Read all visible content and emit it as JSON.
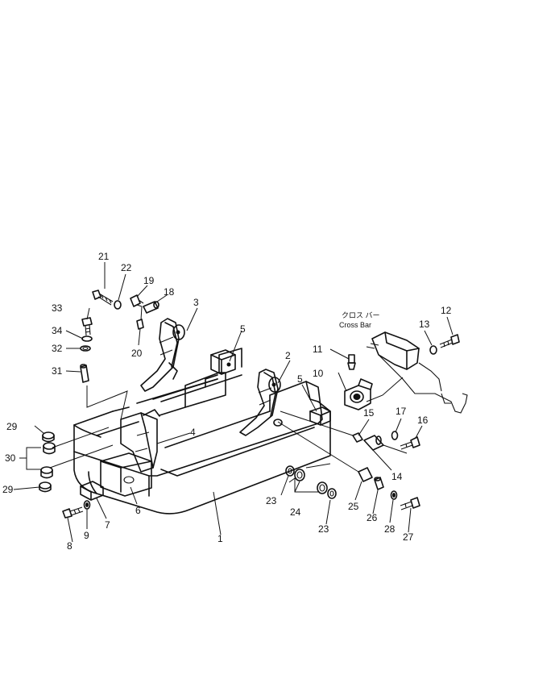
{
  "labels": {
    "cross_bar_jp": "クロス バー",
    "cross_bar_en": "Cross Bar"
  },
  "callouts": [
    {
      "id": "c1",
      "text": "1"
    },
    {
      "id": "c2",
      "text": "2"
    },
    {
      "id": "c3",
      "text": "3"
    },
    {
      "id": "c4",
      "text": "4"
    },
    {
      "id": "c5a",
      "text": "5"
    },
    {
      "id": "c5b",
      "text": "5"
    },
    {
      "id": "c6",
      "text": "6"
    },
    {
      "id": "c7",
      "text": "7"
    },
    {
      "id": "c8",
      "text": "8"
    },
    {
      "id": "c9",
      "text": "9"
    },
    {
      "id": "c10",
      "text": "10"
    },
    {
      "id": "c11",
      "text": "11"
    },
    {
      "id": "c12",
      "text": "12"
    },
    {
      "id": "c13",
      "text": "13"
    },
    {
      "id": "c14",
      "text": "14"
    },
    {
      "id": "c15",
      "text": "15"
    },
    {
      "id": "c16",
      "text": "16"
    },
    {
      "id": "c17",
      "text": "17"
    },
    {
      "id": "c18",
      "text": "18"
    },
    {
      "id": "c19",
      "text": "19"
    },
    {
      "id": "c20",
      "text": "20"
    },
    {
      "id": "c21",
      "text": "21"
    },
    {
      "id": "c22",
      "text": "22"
    },
    {
      "id": "c23a",
      "text": "23"
    },
    {
      "id": "c23b",
      "text": "23"
    },
    {
      "id": "c24",
      "text": "24"
    },
    {
      "id": "c25",
      "text": "25"
    },
    {
      "id": "c26",
      "text": "26"
    },
    {
      "id": "c27",
      "text": "27"
    },
    {
      "id": "c28",
      "text": "28"
    },
    {
      "id": "c29a",
      "text": "29"
    },
    {
      "id": "c29b",
      "text": "29"
    },
    {
      "id": "c30",
      "text": "30"
    },
    {
      "id": "c31",
      "text": "31"
    },
    {
      "id": "c32",
      "text": "32"
    },
    {
      "id": "c33",
      "text": "33"
    },
    {
      "id": "c34",
      "text": "34"
    }
  ]
}
